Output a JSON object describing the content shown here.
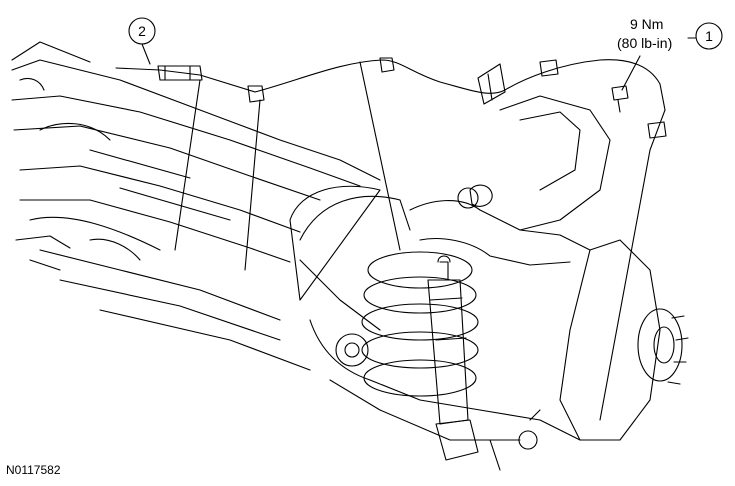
{
  "callouts": [
    {
      "number": "1",
      "torque": "9 Nm",
      "torque_imperial": "(80 lb-in)"
    },
    {
      "number": "2"
    }
  ],
  "figure_id": "N0117582"
}
